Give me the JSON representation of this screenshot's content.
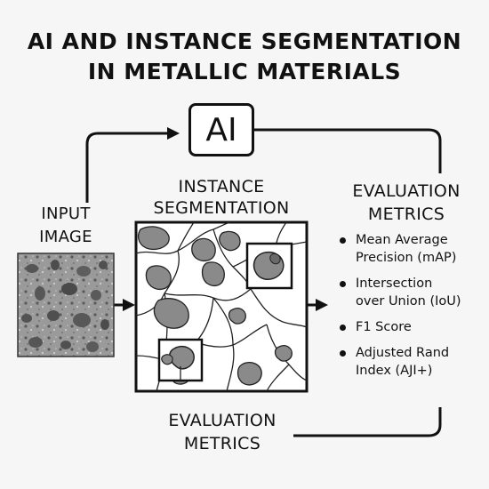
{
  "title": {
    "line1": "AI AND INSTANCE SEGMENTATION",
    "line2": "IN METALLIC MATERIALS"
  },
  "ai_box": {
    "label": "AI"
  },
  "input": {
    "label_line1": "INPUT",
    "label_line2": "IMAGE"
  },
  "segmentation": {
    "label_line1": "INSTANCE",
    "label_line2": "SEGMENTATION"
  },
  "evaluation_right": {
    "label_line1": "EVALUATION",
    "label_line2": "METRICS",
    "metrics": [
      {
        "line1": "Mean Average",
        "line2": "Precision (mAP)"
      },
      {
        "line1": "Intersection",
        "line2": "over Union (IoU)"
      },
      {
        "line1": "F1 Score",
        "line2": ""
      },
      {
        "line1": "Adjusted Rand",
        "line2": "Index (AJI+)"
      }
    ]
  },
  "evaluation_bottom": {
    "label_line1": "EVALUATION",
    "label_line2": "METRICS"
  }
}
